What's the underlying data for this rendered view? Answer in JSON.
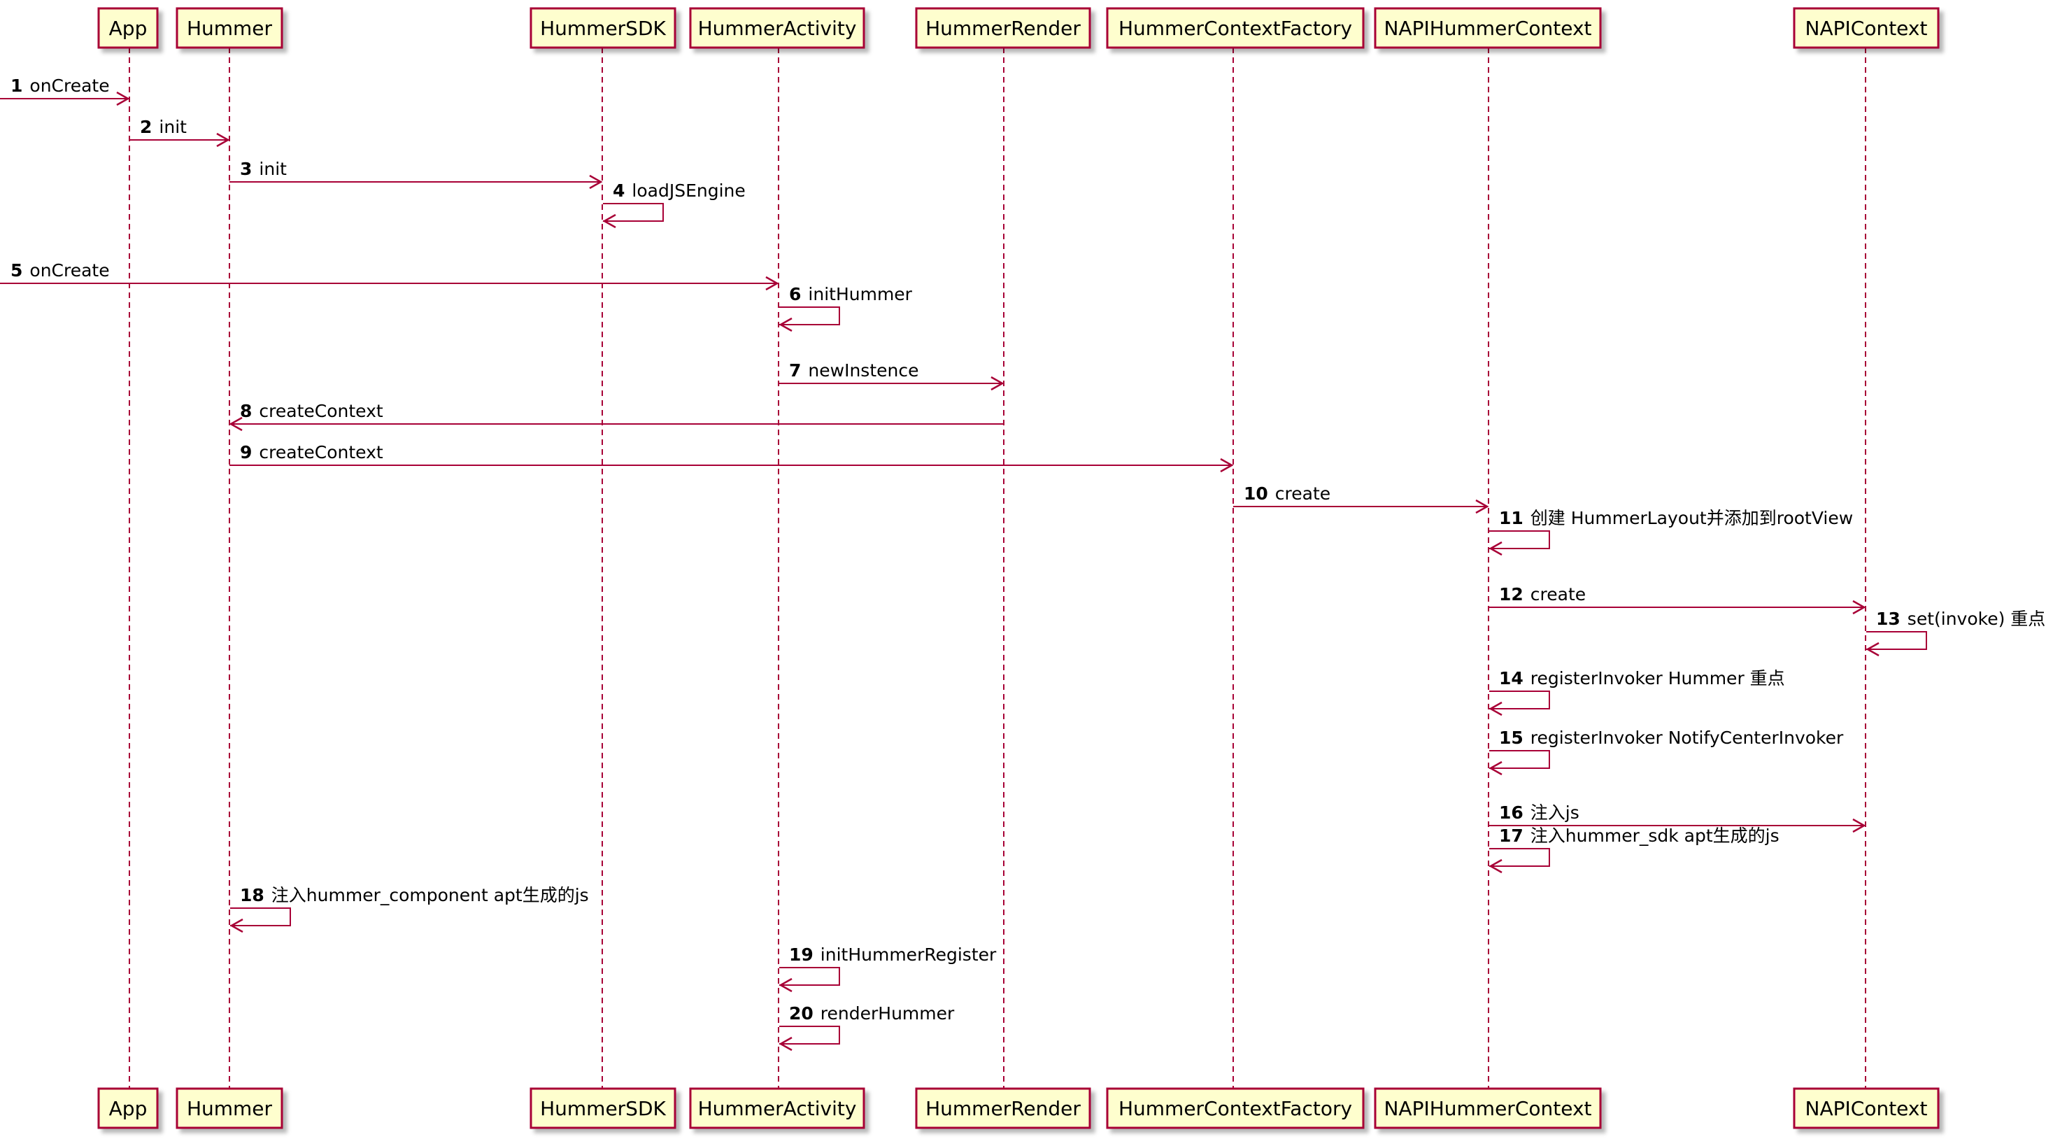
{
  "colors": {
    "participant_fill": "#FEFECE",
    "participant_border": "#A80036",
    "line": "#A80036",
    "text": "#000000"
  },
  "participants": [
    {
      "id": "app",
      "label": "App"
    },
    {
      "id": "hummer",
      "label": "Hummer"
    },
    {
      "id": "hummer-sdk",
      "label": "HummerSDK"
    },
    {
      "id": "hummer-activity",
      "label": "HummerActivity"
    },
    {
      "id": "hummer-render",
      "label": "HummerRender"
    },
    {
      "id": "hummer-context-factory",
      "label": "HummerContextFactory"
    },
    {
      "id": "napi-hummer-context",
      "label": "NAPIHummerContext"
    },
    {
      "id": "napi-context",
      "label": "NAPIContext"
    }
  ],
  "messages": [
    {
      "num": "1",
      "text": "onCreate",
      "from": "external",
      "to": 0
    },
    {
      "num": "2",
      "text": "init",
      "from": 0,
      "to": 1
    },
    {
      "num": "3",
      "text": "init",
      "from": 1,
      "to": 2
    },
    {
      "num": "4",
      "text": "loadJSEngine",
      "from": 2,
      "to": 2
    },
    {
      "num": "5",
      "text": "onCreate",
      "from": "external",
      "to": 3
    },
    {
      "num": "6",
      "text": "initHummer",
      "from": 3,
      "to": 3
    },
    {
      "num": "7",
      "text": "newInstence",
      "from": 3,
      "to": 4
    },
    {
      "num": "8",
      "text": "createContext",
      "from": 4,
      "to": 1
    },
    {
      "num": "9",
      "text": "createContext",
      "from": 1,
      "to": 5
    },
    {
      "num": "10",
      "text": "create",
      "from": 5,
      "to": 6
    },
    {
      "num": "11",
      "text": "创建 HummerLayout并添加到rootView",
      "from": 6,
      "to": 6
    },
    {
      "num": "12",
      "text": "create",
      "from": 6,
      "to": 7
    },
    {
      "num": "13",
      "text": "set(invoke) 重点",
      "from": 7,
      "to": 7
    },
    {
      "num": "14",
      "text": "registerInvoker Hummer 重点",
      "from": 6,
      "to": 6
    },
    {
      "num": "15",
      "text": "registerInvoker NotifyCenterInvoker",
      "from": 6,
      "to": 6
    },
    {
      "num": "16",
      "text": "注入js",
      "from": 6,
      "to": 7
    },
    {
      "num": "17",
      "text": "注入hummer_sdk apt生成的js",
      "from": 6,
      "to": 6
    },
    {
      "num": "18",
      "text": "注入hummer_component apt生成的js",
      "from": 1,
      "to": 1
    },
    {
      "num": "19",
      "text": "initHummerRegister",
      "from": 3,
      "to": 3
    },
    {
      "num": "20",
      "text": "renderHummer",
      "from": 3,
      "to": 3
    }
  ]
}
